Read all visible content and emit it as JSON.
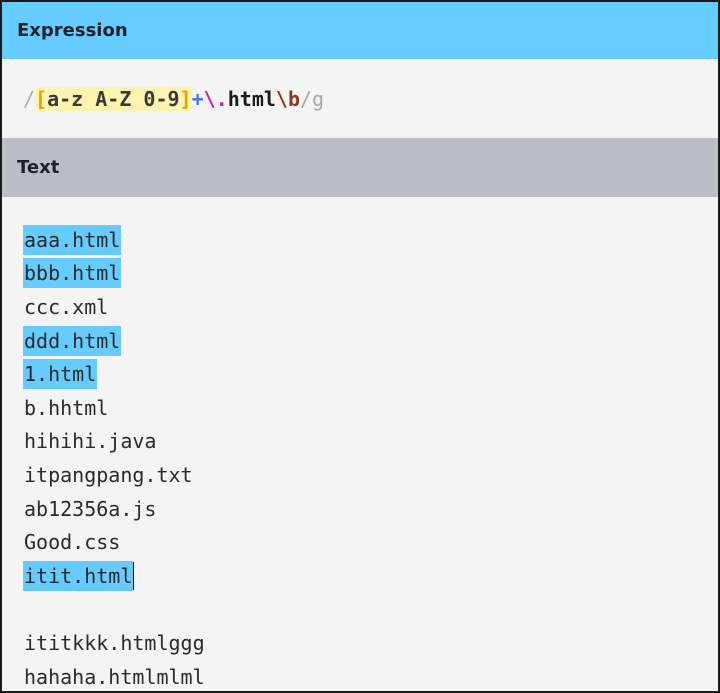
{
  "expression_section": {
    "title": "Expression",
    "tokens": {
      "open_delim": "/",
      "set_open": "[",
      "set_range": "a-z A-Z 0-9",
      "set_close": "]",
      "quantifier": "+",
      "escape": "\\.",
      "literal": "html",
      "anchor": "\\b",
      "close_delim": "/",
      "flags": "g"
    }
  },
  "text_section": {
    "title": "Text",
    "lines": [
      {
        "text": "aaa.html",
        "match": true
      },
      {
        "text": "bbb.html",
        "match": true
      },
      {
        "text": "ccc.xml",
        "match": false
      },
      {
        "text": "ddd.html",
        "match": true
      },
      {
        "text": "1.html",
        "match": true
      },
      {
        "text": "b.hhtml",
        "match": false
      },
      {
        "text": "hihihi.java",
        "match": false
      },
      {
        "text": "itpangpang.txt",
        "match": false
      },
      {
        "text": "ab12356a.js",
        "match": false
      },
      {
        "text": "Good.css",
        "match": false
      },
      {
        "text": "itit.html",
        "match": true,
        "caret": true
      },
      {
        "text": "",
        "match": false
      },
      {
        "text": "ititkkk.htmlggg",
        "match": false
      },
      {
        "text": "hahaha.htmlmlml",
        "match": false
      }
    ]
  },
  "colors": {
    "header_expression": "#66ccff",
    "header_text": "#bdbdc7",
    "match_highlight": "#66ccff",
    "set_background": "#fff3b0"
  }
}
